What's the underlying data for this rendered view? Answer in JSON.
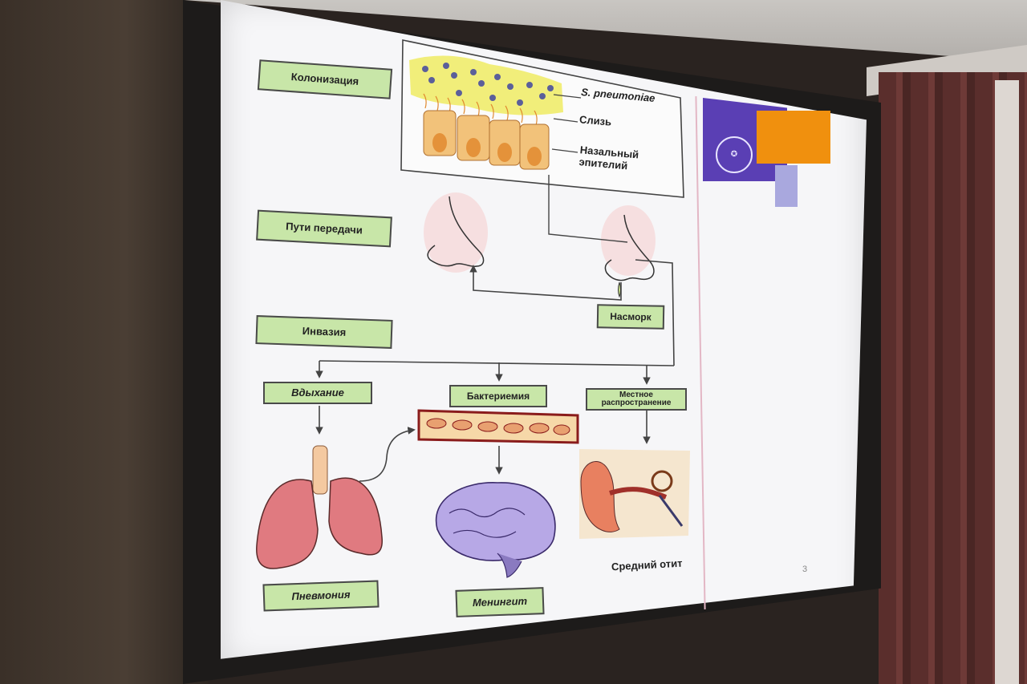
{
  "slide": {
    "stages": {
      "colonization": "Колонизация",
      "transmission": "Пути передачи",
      "invasion": "Инвазия"
    },
    "callouts": {
      "bacteria": "S. pneumoniae",
      "mucus": "Слизь",
      "epithelium": "Назальный эпителий"
    },
    "runny_nose": "Насморк",
    "routes": {
      "inhalation": "Вдыхание",
      "bacteremia": "Бактериемия",
      "local_spread": "Местное распространение"
    },
    "outcomes": {
      "pneumonia": "Пневмония",
      "meningitis": "Менингит",
      "otitis": "Средний отит"
    },
    "page_number": "3",
    "colors": {
      "label_fill": "#c8e6a8",
      "accent_purple": "#5a3fb4",
      "accent_orange": "#f0900e",
      "accent_lavender": "#a9a8de"
    }
  }
}
